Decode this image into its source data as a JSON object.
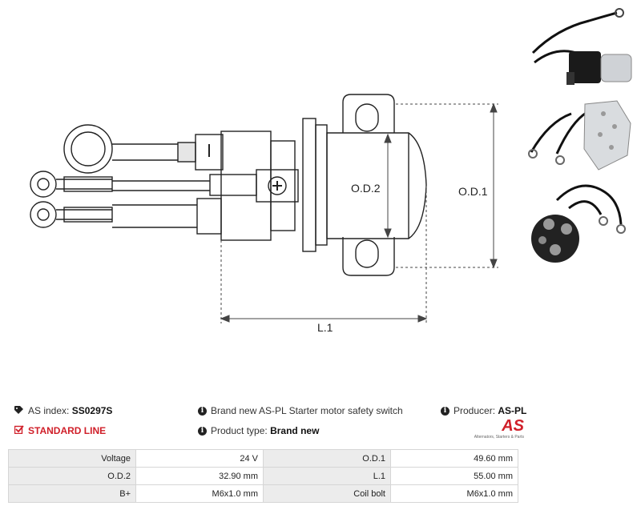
{
  "drawing": {
    "label_od1": "O.D.1",
    "label_od2": "O.D.2",
    "label_l1": "L.1"
  },
  "info": {
    "as_index_label": "AS index:",
    "as_index_value": "SS0297S",
    "description": "Brand new AS-PL Starter motor safety switch",
    "producer_label": "Producer:",
    "producer_value": "AS-PL",
    "standard_line": "STANDARD LINE",
    "product_type_label": "Product type:",
    "product_type_value": "Brand new"
  },
  "logo": {
    "mark": "AS",
    "tagline": "Alternators, Starters & Parts"
  },
  "specs": [
    {
      "left_label": "Voltage",
      "left_value": "24 V",
      "right_label": "O.D.1",
      "right_value": "49.60 mm"
    },
    {
      "left_label": "O.D.2",
      "left_value": "32.90 mm",
      "right_label": "L.1",
      "right_value": "55.00 mm"
    },
    {
      "left_label": "B+",
      "left_value": "M6x1.0 mm",
      "right_label": "Coil bolt",
      "right_value": "M6x1.0 mm"
    }
  ],
  "colors": {
    "brand_red": "#d0202a",
    "label_bg": "#ececec"
  }
}
